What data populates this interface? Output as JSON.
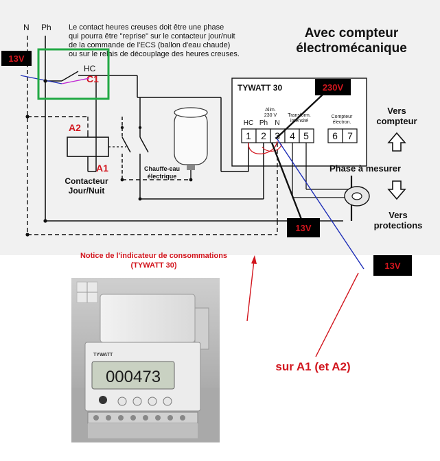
{
  "notes": {
    "top_note_lines": [
      "Le contact heures creuses doit être une phase",
      "qui pourra être \"reprise\" sur le contacteur jour/nuit",
      "de la commande de l'ECS (ballon d'eau chaude)",
      "ou sur le relais de découplage des heures creuses."
    ],
    "title_line1": "Avec compteur",
    "title_line2": "électromécanique",
    "caption_line1": "Notice de l'indicateur de consommations",
    "caption_line2": "(TYWATT 30)"
  },
  "labels": {
    "N": "N",
    "Ph": "Ph",
    "HC": "HC",
    "C1": "C1",
    "A2": "A2",
    "A1": "A1",
    "contacteur_line1": "Contacteur",
    "contacteur_line2": "Jour/Nuit",
    "chauffe_line1": "Chauffe-eau",
    "chauffe_line2": "électrique",
    "device_name": "TYWATT 30",
    "alim_line1": "Alim.",
    "alim_line2": "230 V",
    "transfo_line1": "Transform.",
    "transfo_line2": "intensité",
    "compteur_line1": "Compteur",
    "compteur_line2": "électron.",
    "terminal_labels": [
      "HC",
      "Ph",
      "N"
    ],
    "terminals": [
      "1",
      "2",
      "3",
      "4",
      "5",
      "6",
      "7"
    ],
    "vers_compteur_line1": "Vers",
    "vers_compteur_line2": "compteur",
    "phase_a_mesurer": "Phase à mesurer",
    "vers_protections_line1": "Vers",
    "vers_protections_line2": "protections"
  },
  "annotations": {
    "badge_13v_top": "13V",
    "badge_230v": "230V",
    "badge_13v_mid": "13V",
    "badge_13v_right": "13V",
    "sur_a1": "sur A1 (et A2)"
  },
  "device": {
    "display_value": "000473",
    "brand": "TYWATT"
  },
  "colors": {
    "annotation_red": "#d2161e",
    "highlight_green": "#22a945",
    "wire_blue": "#1f2fb8",
    "badge_bg": "#000000"
  }
}
